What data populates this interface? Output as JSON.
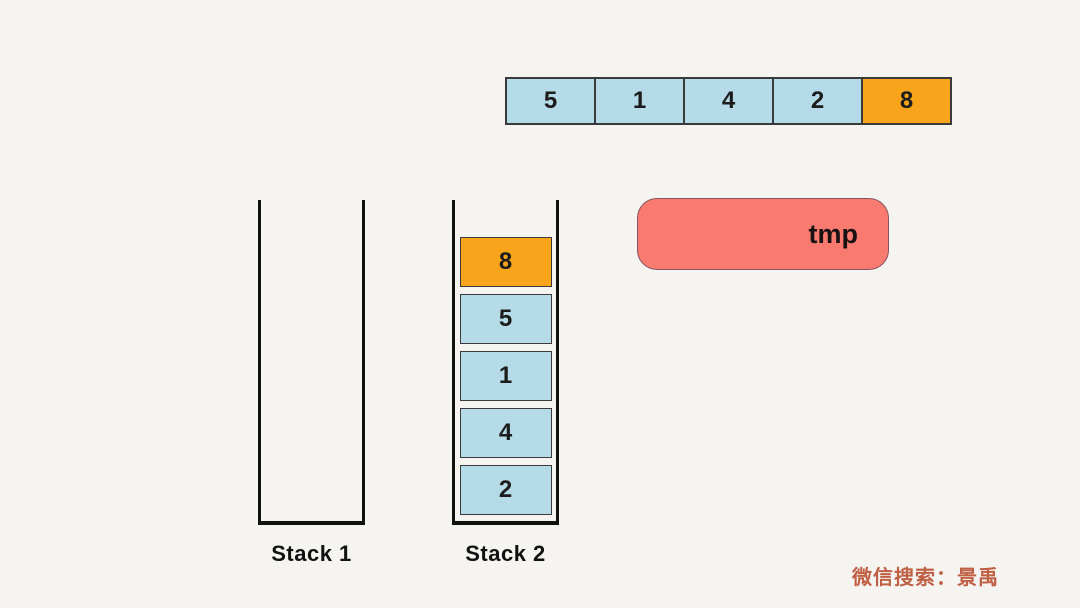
{
  "colors": {
    "background": "#f5f4f1",
    "cell_blue": "#b4dbe7",
    "cell_orange": "#f9a51b",
    "cell_border": "#3a3a3a",
    "stack_outline": "#111111",
    "tmp_fill": "#f97b70",
    "tmp_border": "#8a5560",
    "text_dark": "#1c1c1c",
    "watermark": "#bf5f44"
  },
  "array": {
    "cells": [
      {
        "value": "5",
        "highlight": false
      },
      {
        "value": "1",
        "highlight": false
      },
      {
        "value": "4",
        "highlight": false
      },
      {
        "value": "2",
        "highlight": false
      },
      {
        "value": "8",
        "highlight": true
      }
    ]
  },
  "stacks": [
    {
      "label": "Stack 1",
      "items": []
    },
    {
      "label": "Stack 2",
      "items": [
        {
          "value": "8",
          "highlight": true
        },
        {
          "value": "5",
          "highlight": false
        },
        {
          "value": "1",
          "highlight": false
        },
        {
          "value": "4",
          "highlight": false
        },
        {
          "value": "2",
          "highlight": false
        }
      ]
    }
  ],
  "tmp_box": {
    "label": "tmp"
  },
  "watermark": {
    "text": "微信搜索：景禹"
  }
}
